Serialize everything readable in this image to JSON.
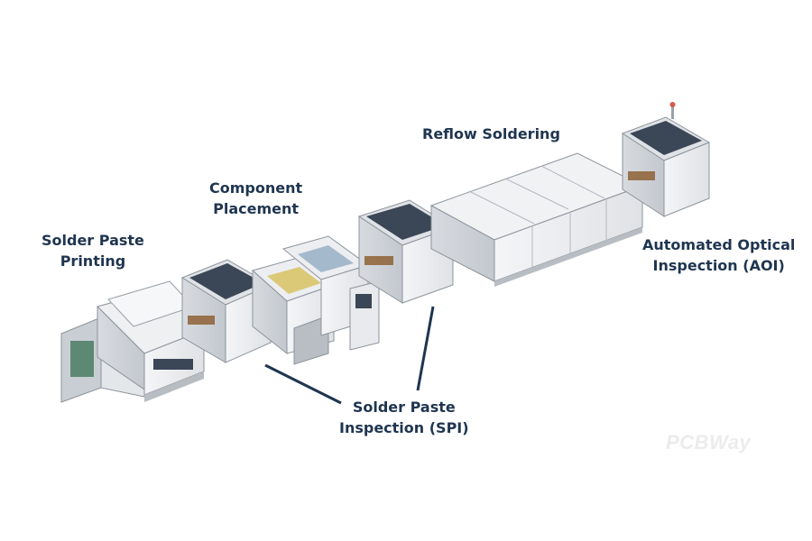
{
  "labels": {
    "solder_paste_printing": [
      "Solder Paste",
      "Printing"
    ],
    "component_placement": [
      "Component",
      "Placement"
    ],
    "reflow_soldering": [
      "Reflow Soldering"
    ],
    "aoi": [
      "Automated Optical",
      "Inspection (AOI)"
    ],
    "spi": [
      "Solder Paste",
      "Inspection (SPI)"
    ]
  },
  "watermark": "PCBWay",
  "colors": {
    "label_text": "#1f3550",
    "leader_line": "#1f3550",
    "machine_body": "#e9ebee",
    "machine_shade": "#c9ced4",
    "glass_panel": "#3b4656",
    "conveyor_board": "#8a5a2b"
  }
}
